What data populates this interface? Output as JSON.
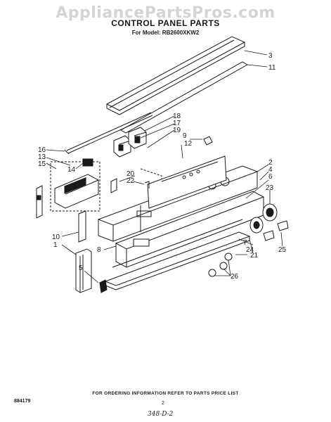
{
  "watermark": "AppliancePartsPros.com",
  "title": "CONTROL PANEL PARTS",
  "model": "For Model: RB2600XKW2",
  "callouts": [
    "3",
    "11",
    "18",
    "17",
    "19",
    "9",
    "12",
    "16",
    "13",
    "15",
    "14",
    "20",
    "22",
    "2",
    "4",
    "6",
    "23",
    "10",
    "1",
    "8",
    "5",
    "7",
    "24",
    "21",
    "25",
    "26"
  ],
  "footer": {
    "ordering_note": "FOR ORDERING INFORMATION REFER TO PARTS PRICE LIST",
    "doc_number": "884179",
    "page_number": "2",
    "handwritten": "348-D-2"
  }
}
